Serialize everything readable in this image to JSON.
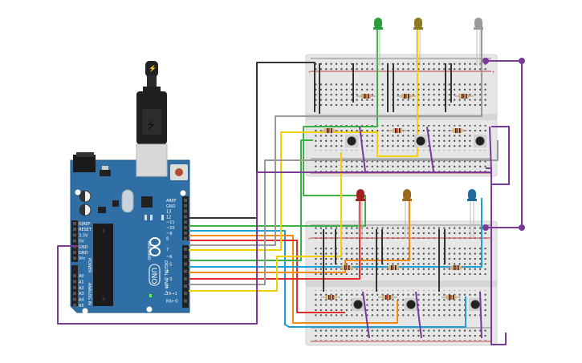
{
  "app": {
    "title": "Circuit simulation workspace"
  },
  "arduino": {
    "board_name": "ARDUINO",
    "model": "UNO",
    "digital_header_label": "DIGITAL (PWM ~)",
    "power_header_label": "POWER",
    "analog_header_label": "ANALOG IN",
    "led_labels": [
      "L",
      "TX",
      "RX"
    ],
    "on_label": "ON",
    "power_pins": [
      "IOREF",
      "RESET",
      "3.3V",
      "5V",
      "GND",
      "GND",
      "Vin"
    ],
    "analog_pins": [
      "A0",
      "A1",
      "A2",
      "A3",
      "A4",
      "A5"
    ],
    "digital_pins_top": [
      "AREF",
      "GND",
      "13",
      "12",
      "~11",
      "~10",
      "~9",
      "8"
    ],
    "digital_pins_bottom": [
      "7",
      "~6",
      "~5",
      "4",
      "~3",
      "2",
      "TX→1",
      "RX←0"
    ],
    "usb_icon": "usb-icon",
    "power_icon": "lightning-icon"
  },
  "breadboards": [
    {
      "name": "top",
      "leds": [
        {
          "color": "#2a9d3a",
          "label": "green"
        },
        {
          "color": "#8b7a22",
          "label": "yellow"
        },
        {
          "color": "#9a9a9a",
          "label": "gray"
        }
      ],
      "buttons": 3,
      "resistors": 6
    },
    {
      "name": "bottom",
      "leds": [
        {
          "color": "#a32020",
          "label": "red"
        },
        {
          "color": "#9a6a1a",
          "label": "orange"
        },
        {
          "color": "#1e6a9a",
          "label": "blue"
        }
      ],
      "buttons": 3,
      "resistors": 6
    }
  ],
  "wire_colors": {
    "gnd": "#333333",
    "pin13": "#3cb043",
    "pin12": "#1a9fd6",
    "pin11": "#f08a12",
    "pin10": "#e02b2b",
    "pin9": "#999999",
    "pin8": "#f2d000",
    "pin7": "#3cb043",
    "pin6": "#1a9fd6",
    "pin5": "#f08a12",
    "pin4": "#e02b2b",
    "pin3": "#999999",
    "pin2": "#f2d000",
    "power": "#7b3a96"
  },
  "colors": {
    "board_blue": "#2f6fa6",
    "breadboard_bg": "#e9e9e9",
    "rail_red": "#c84040"
  }
}
